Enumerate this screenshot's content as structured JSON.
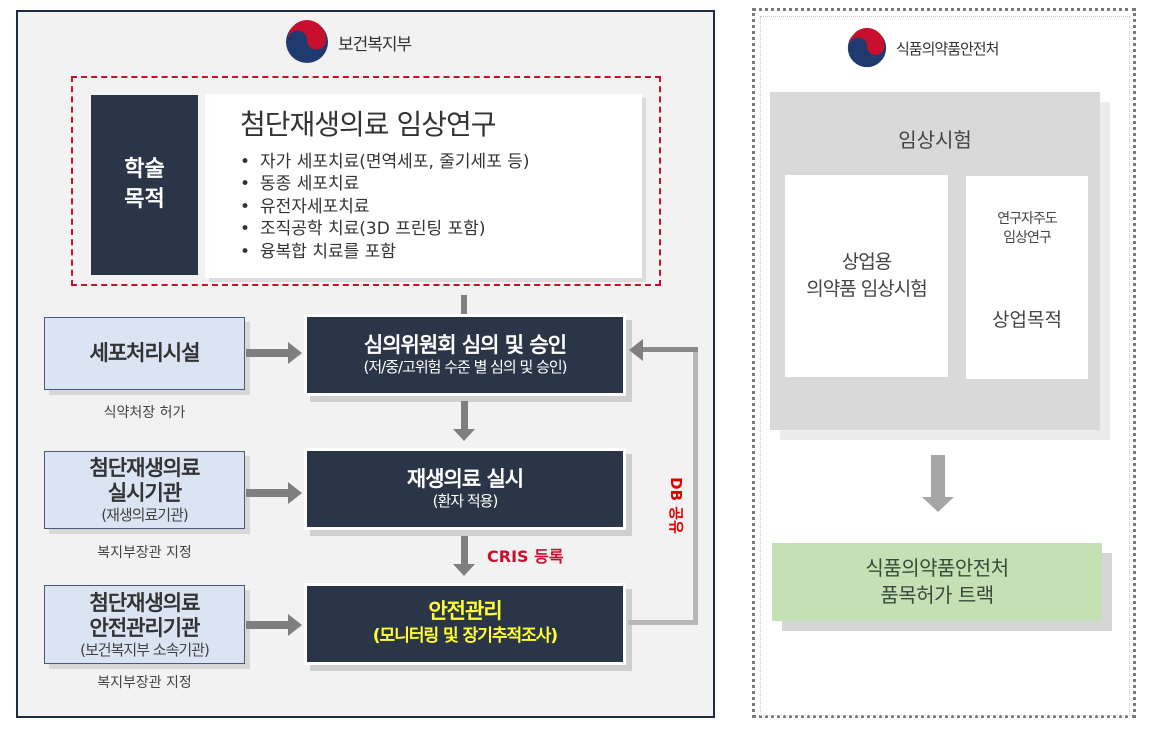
{
  "left_panel": {
    "ministry_name": "보건복지부",
    "academic": {
      "side_label_line1": "학술",
      "side_label_line2": "목적",
      "title": "첨단재생의료 임상연구",
      "items": [
        "자가 세포치료(면역세포, 줄기세포 등)",
        "동종 세포치료",
        "유전자세포치료",
        "조직공학 치료(3D 프린팅 포함)",
        "융복합 치료를 포함"
      ]
    },
    "institutions": [
      {
        "line1": "세포처리시설",
        "line2": "",
        "sub": "",
        "caption": "식약처장 허가"
      },
      {
        "line1": "첨단재생의료",
        "line2": "실시기관",
        "sub": "(재생의료기관)",
        "caption": "복지부장관 지정"
      },
      {
        "line1": "첨단재생의료",
        "line2": "안전관리기관",
        "sub": "(보건복지부 소속기관)",
        "caption": "복지부장관 지정"
      }
    ],
    "steps": [
      {
        "title": "심의위원회 심의 및 승인",
        "subtitle": "(저/중/고위험 수준 별 심의 및 승인)",
        "color": "#ffffff"
      },
      {
        "title": "재생의료 실시",
        "subtitle": "(환자 적용)",
        "color": "#ffffff"
      },
      {
        "title": "안전관리",
        "subtitle": "(모니터링 및 장기추적조사)",
        "color": "#ffff33"
      }
    ],
    "cris_label": "CRIS 등록",
    "db_label": "DB 공유"
  },
  "right_panel": {
    "agency_name": "식품의약품안전처",
    "trial_title": "임상시험",
    "commercial_line1": "상업용",
    "commercial_line2": "의약품 임상시험",
    "investigator_line1": "연구자주도",
    "investigator_line2": "임상연구",
    "commercial_purpose": "상업목적",
    "track_line1": "식품의약품안전처",
    "track_line2": "품목허가 트랙"
  },
  "colors": {
    "navy": "#2b3548",
    "accent_red": "#c8102e",
    "light_blue": "#dbe4f3",
    "green": "#c5e0b4",
    "safety_yellow": "#ffff33"
  }
}
